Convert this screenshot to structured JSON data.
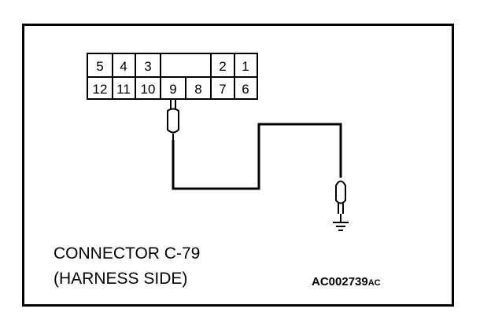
{
  "connector": {
    "top_row": [
      "5",
      "4",
      "3",
      "",
      "2",
      "1"
    ],
    "bottom_row": [
      "12",
      "11",
      "10",
      "9",
      "8",
      "7",
      "6"
    ]
  },
  "caption": {
    "line1": "CONNECTOR C-79",
    "line2": "(HARNESS SIDE)"
  },
  "figure_code": {
    "main": "AC002739",
    "suffix": "AC"
  }
}
